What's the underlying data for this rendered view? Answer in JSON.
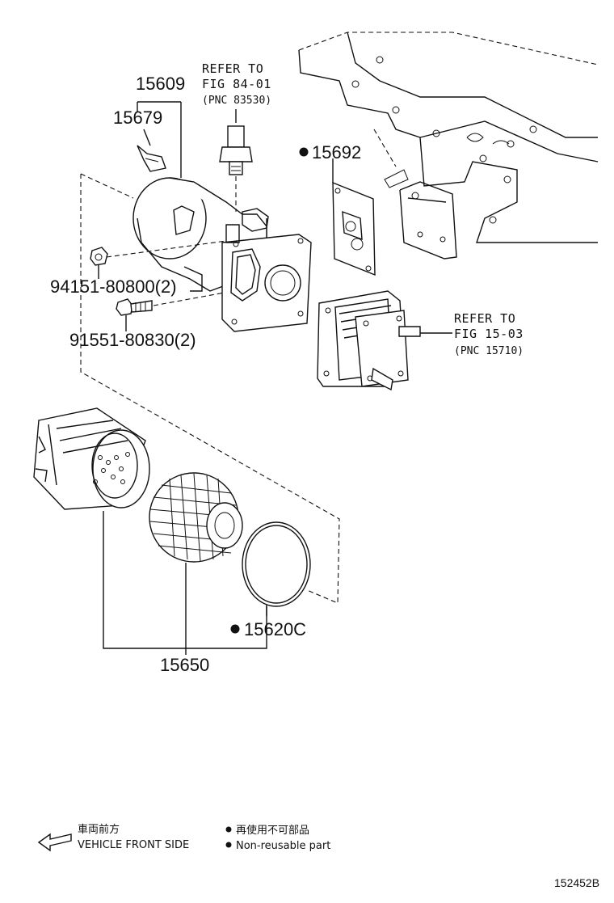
{
  "parts": {
    "p15609": "15609",
    "p15679": "15679",
    "p15692": "15692",
    "p94151": "94151-80800(2)",
    "p91551": "91551-80830(2)",
    "p15620c": "15620C",
    "p15650": "15650"
  },
  "refs": {
    "sensor": {
      "line1": "REFER TO",
      "line2": "FIG 84-01",
      "line3": "(PNC 83530)"
    },
    "cooler": {
      "line1": "REFER TO",
      "line2": "FIG 15-03",
      "line3": "(PNC 15710)"
    }
  },
  "legend": {
    "front_jp": "車両前方",
    "front_en": "VEHICLE FRONT SIDE",
    "nonreusable_jp": "再使用不可部品",
    "nonreusable_en": "Non-reusable part"
  },
  "figure_code": "152452B"
}
